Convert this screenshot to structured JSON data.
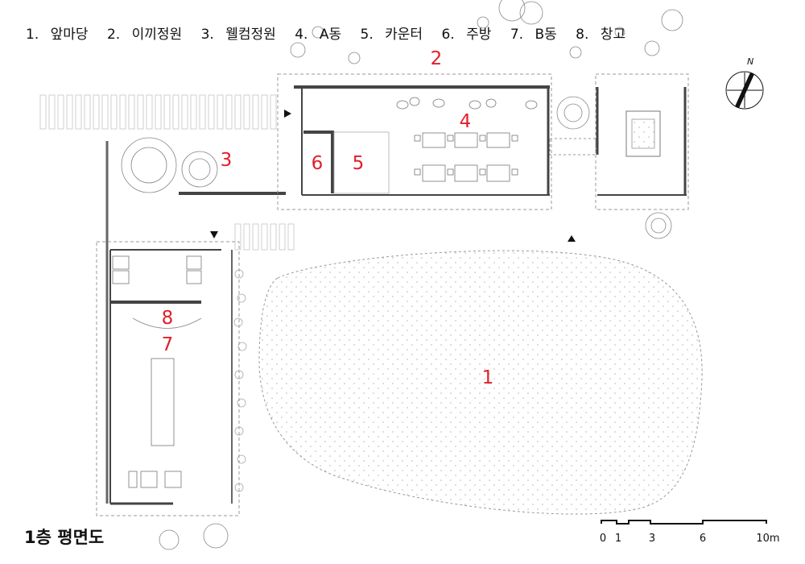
{
  "legend": [
    {
      "num": "1.",
      "name": "앞마당"
    },
    {
      "num": "2.",
      "name": "이끼정원"
    },
    {
      "num": "3.",
      "name": "웰컴정원"
    },
    {
      "num": "4.",
      "name": "A동"
    },
    {
      "num": "5.",
      "name": "카운터"
    },
    {
      "num": "6.",
      "name": "주방"
    },
    {
      "num": "7.",
      "name": "B동"
    },
    {
      "num": "8.",
      "name": "창고"
    }
  ],
  "title": "1층 평면도",
  "area_numbers": {
    "n1": "1",
    "n2": "2",
    "n3": "3",
    "n4": "4",
    "n5": "5",
    "n6": "6",
    "n7": "7",
    "n8": "8"
  },
  "north_label": "N",
  "scale_bar": {
    "labels": [
      "0",
      "1",
      "3",
      "6",
      "10m"
    ]
  },
  "colors": {
    "area_number": "#e0202a",
    "wall": "#333333",
    "line": "#888888"
  }
}
